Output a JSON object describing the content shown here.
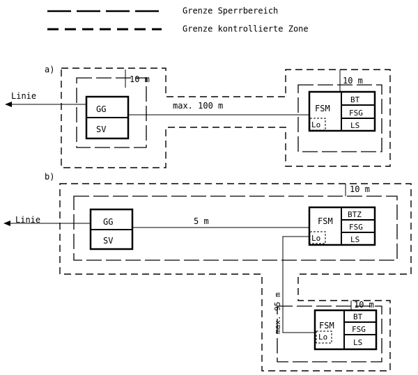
{
  "legend": {
    "restricted_boundary": "Grenze Sperrbereich",
    "controlled_zone_boundary": "Grenze kontrollierte Zone"
  },
  "section_a": {
    "label": "a)",
    "line_label": "Linie",
    "distance_label": "10 m",
    "distance_label_right": "10 m",
    "cable_length": "max. 100 m",
    "left_unit": {
      "top": "GG",
      "bottom": "SV"
    },
    "right_unit": {
      "main": "FSM",
      "sub": "Lo",
      "stack": [
        "BT",
        "FSG",
        "LS"
      ]
    }
  },
  "section_b": {
    "label": "b)",
    "line_label": "Linie",
    "distance_label": "10 m",
    "cable_length": "5 m",
    "vertical_cable_length": "max. 95 m",
    "left_unit": {
      "top": "GG",
      "bottom": "SV"
    },
    "right_unit": {
      "main": "FSM",
      "sub": "Lo",
      "stack": [
        "BTZ",
        "FSG",
        "LS"
      ]
    },
    "remote_distance_label": "10 m",
    "remote_unit": {
      "main": "FSM",
      "sub": "Lo",
      "stack": [
        "BT",
        "FSG",
        "LS"
      ]
    }
  },
  "colors": {
    "ink": "#000000",
    "paper": "#ffffff"
  }
}
